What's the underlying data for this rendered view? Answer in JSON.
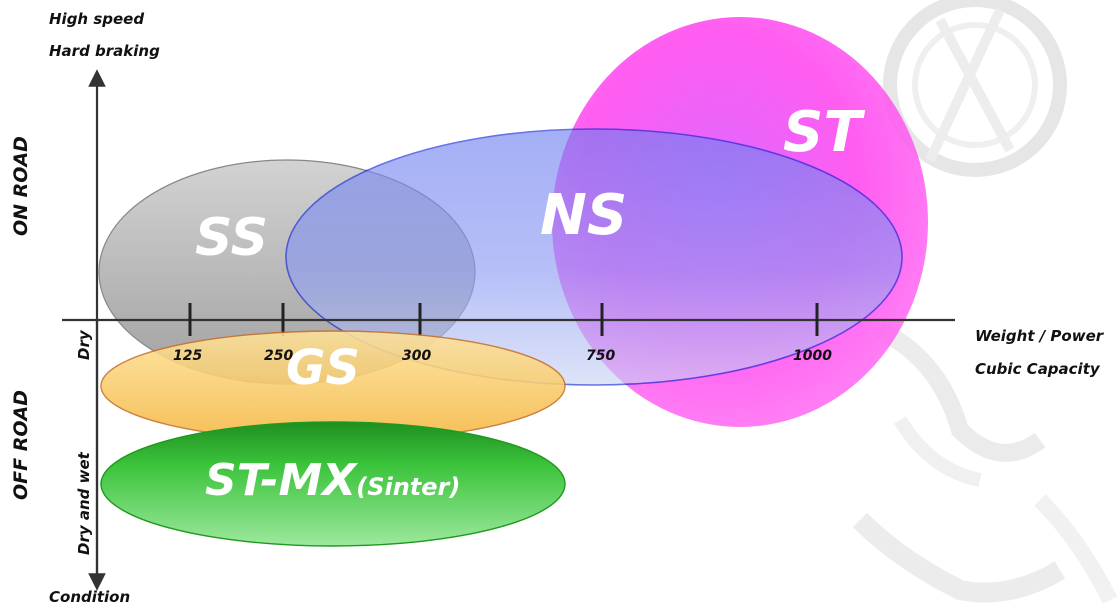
{
  "y_axis": {
    "top_line1": "High speed",
    "top_line2": "Hard braking",
    "bottom": "Condition"
  },
  "x_axis": {
    "right_line1": "Weight / Power",
    "right_line2": "Cubic Capacity"
  },
  "zones": {
    "on_road": "ON ROAD",
    "off_road": "OFF ROAD",
    "dry": "Dry",
    "dry_wet": "Dry and wet"
  },
  "ticks": [
    "125",
    "250",
    "300",
    "750",
    "1000"
  ],
  "regions": {
    "ss": "SS",
    "ns": "NS",
    "st": "ST",
    "gs": "GS",
    "stmx_main": "ST-MX",
    "stmx_sub": "(Sinter)"
  },
  "colors": {
    "ss": "#9e9e9e",
    "ns": "#7f8ff5",
    "ns_stroke": "#0a1fd6",
    "st": "#ff33ee",
    "gs": "#ffd566",
    "gs_stroke": "#c8702a",
    "stmx": "#3cc43c",
    "stmx_stroke": "#1e9a1e"
  }
}
